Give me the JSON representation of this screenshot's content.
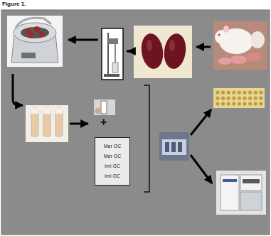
{
  "diagram": {
    "title": "Figure 1.",
    "nodes": [
      {
        "text": [
          "Mer OC",
          "Mer GC",
          "Imi GC",
          "Imi OC"
        ]
      }
    ],
    "labels": [
      "+"
    ]
  }
}
